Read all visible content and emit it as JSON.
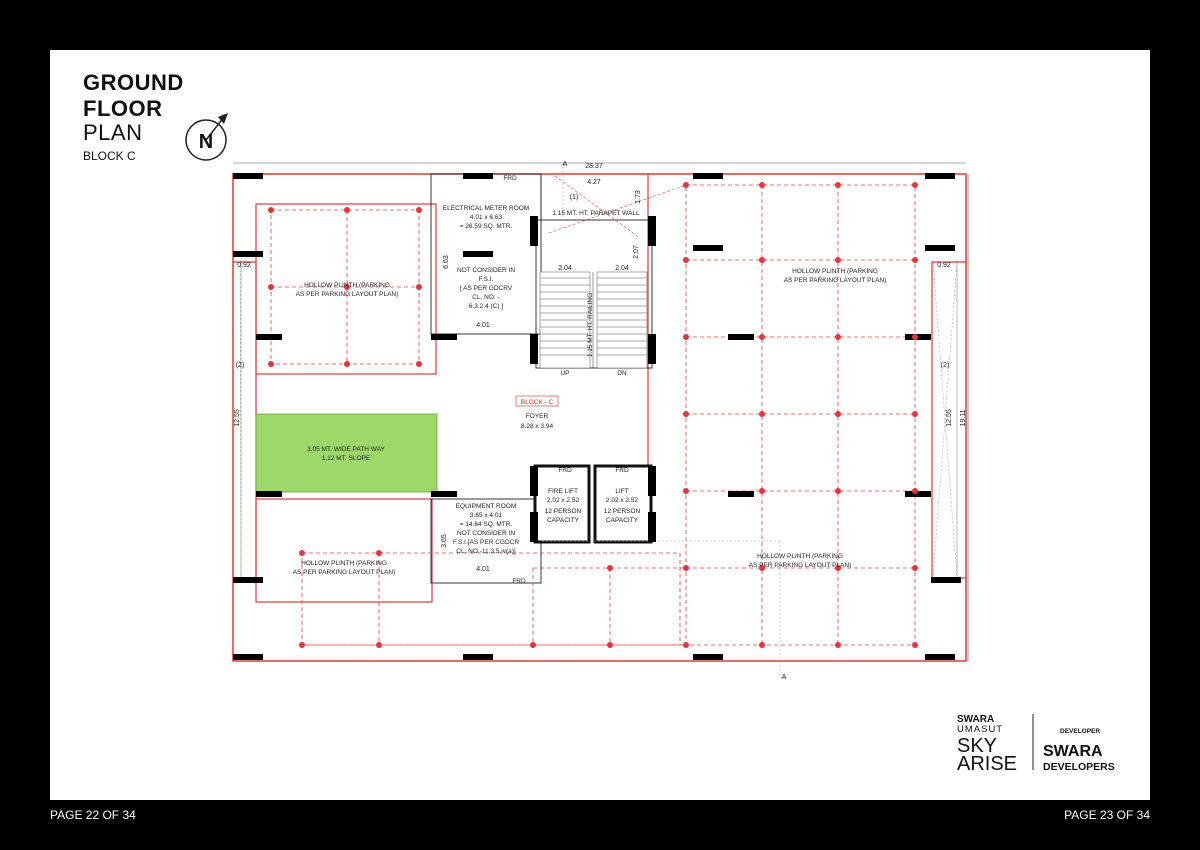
{
  "page": {
    "title_line1": "GROUND",
    "title_line2": "FLOOR",
    "title_line3": "PLAN",
    "subtitle": "BLOCK C",
    "page_left": "PAGE 22 OF 34",
    "page_right": "PAGE 23 OF 34"
  },
  "compass": {
    "letter": "N",
    "icon": "north-arrow-icon"
  },
  "dimensions": {
    "overall_width": "28.37",
    "overall_height": "19.11",
    "side_height": "12.55",
    "side_offset": "0.92",
    "count_marker": "(2)",
    "top_notch": "4.27",
    "top_notch_marker": "(1)",
    "notch_depth": "1.73",
    "stair_width": "2.04",
    "stair_height": "2.07",
    "room_width": "4.01",
    "elec_height": "6.63",
    "equip_height": "3.65",
    "section_mark": "A"
  },
  "rooms": {
    "electrical": {
      "name": "ELECTRICAL METER ROOM",
      "size": "4.01 x 6.63",
      "area": "= 26.59 SQ. MTR.",
      "note1": "NOT CONSIDER IN",
      "note2": "F.S.I.",
      "note3": "[ AS PER GDCRV",
      "note4": "CL. NO. -",
      "note5": "6.3.2.4 (C) ]"
    },
    "equipment": {
      "name": "EQUIPMENT ROOM",
      "size": "3.65 x 4.01",
      "area": "= 14.64 SQ. MTR.",
      "note1": "NOT CONSIDER IN",
      "note2": "F.S.I.[AS PER CGDCR",
      "note3": "CL. NO.-11.3.5.iv(a)]"
    },
    "foyer": {
      "block_tag": "BLOCK - C",
      "name": "FOYER",
      "size": "8.28 x 3.94"
    },
    "fire_lift": {
      "line1": "FIRE LIFT",
      "line2": "2.02 x 2.52",
      "line3": "12 PERSON",
      "line4": "CAPACITY"
    },
    "lift": {
      "line1": "LIFT",
      "line2": "2.02 x 2.52",
      "line3": "12 PERSON",
      "line4": "CAPACITY"
    },
    "pathway": {
      "line1": "3.05 MT. WIDE PATH WAY",
      "line2": "1.12 MT. SLOPE"
    },
    "plinth_line1": "HOLLOW PLINTH (PARKING",
    "plinth_line2": "AS PER PARKING LAYOUT PLAN)",
    "parapet": "1.15 MT. HT. PARAPET WALL",
    "railing": "1.15 MT. HT. RAILING",
    "stair_up": "UP",
    "stair_down": "DN",
    "frd": "FRD"
  },
  "branding": {
    "project_top": "SWARA",
    "project_mid": "UMASUT",
    "project_line1": "SKY",
    "project_line2": "ARISE",
    "developer_label": "DEVELOPER",
    "developer_name1": "SWARA",
    "developer_name2": "DEVELOPERS"
  },
  "colors": {
    "wall": "#e03a3a",
    "pathway": "#9dd86a",
    "grid": "#e84040",
    "column": "#000000"
  }
}
